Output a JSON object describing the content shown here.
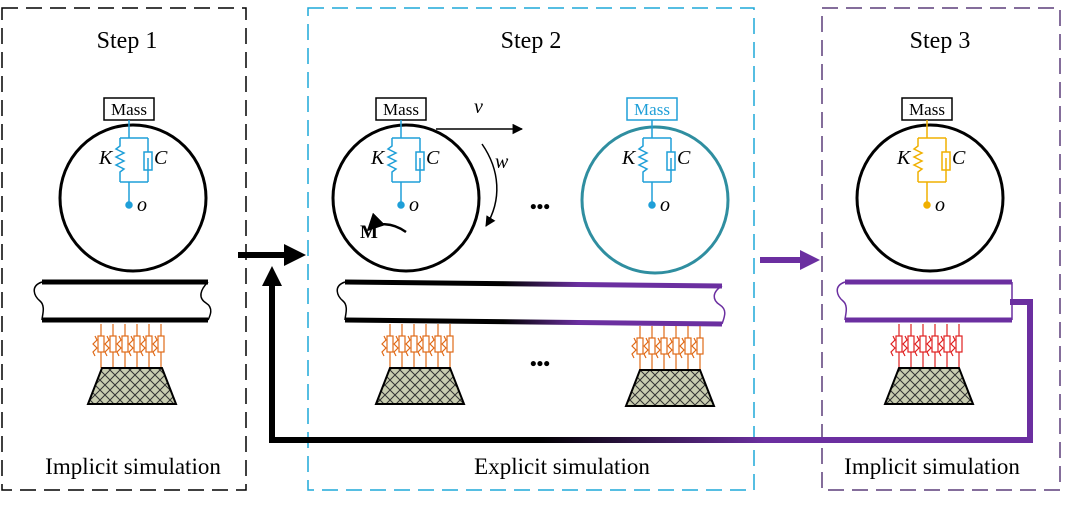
{
  "steps": [
    {
      "title": "Step 1",
      "caption": "Implicit simulation",
      "mass": "Mass",
      "k": "K",
      "c": "C",
      "o": "o"
    },
    {
      "title": "Step 2",
      "caption": "Explicit simulation",
      "mass": "Mass",
      "k": "K",
      "c": "C",
      "o": "o",
      "mass2": "Mass",
      "v": "v",
      "w": "w",
      "moment": "M",
      "dots_top": "•••",
      "dots_bottom": "•••"
    },
    {
      "title": "Step 3",
      "caption": "Implicit simulation",
      "mass": "Mass",
      "k": "K",
      "c": "C",
      "o": "o"
    }
  ],
  "colors": {
    "frame1": "#000000",
    "frame2": "#1fa8d8",
    "frame3": "#5b3d7a",
    "spring_blue": "#1f9fd8",
    "spring_yellow": "#f0b000",
    "wheel2": "#2f8ea0",
    "purple": "#6b2fa0",
    "foundation_orange": "#e06a18",
    "foundation_red": "#e02020",
    "block_fill": "#c9cdb0"
  }
}
